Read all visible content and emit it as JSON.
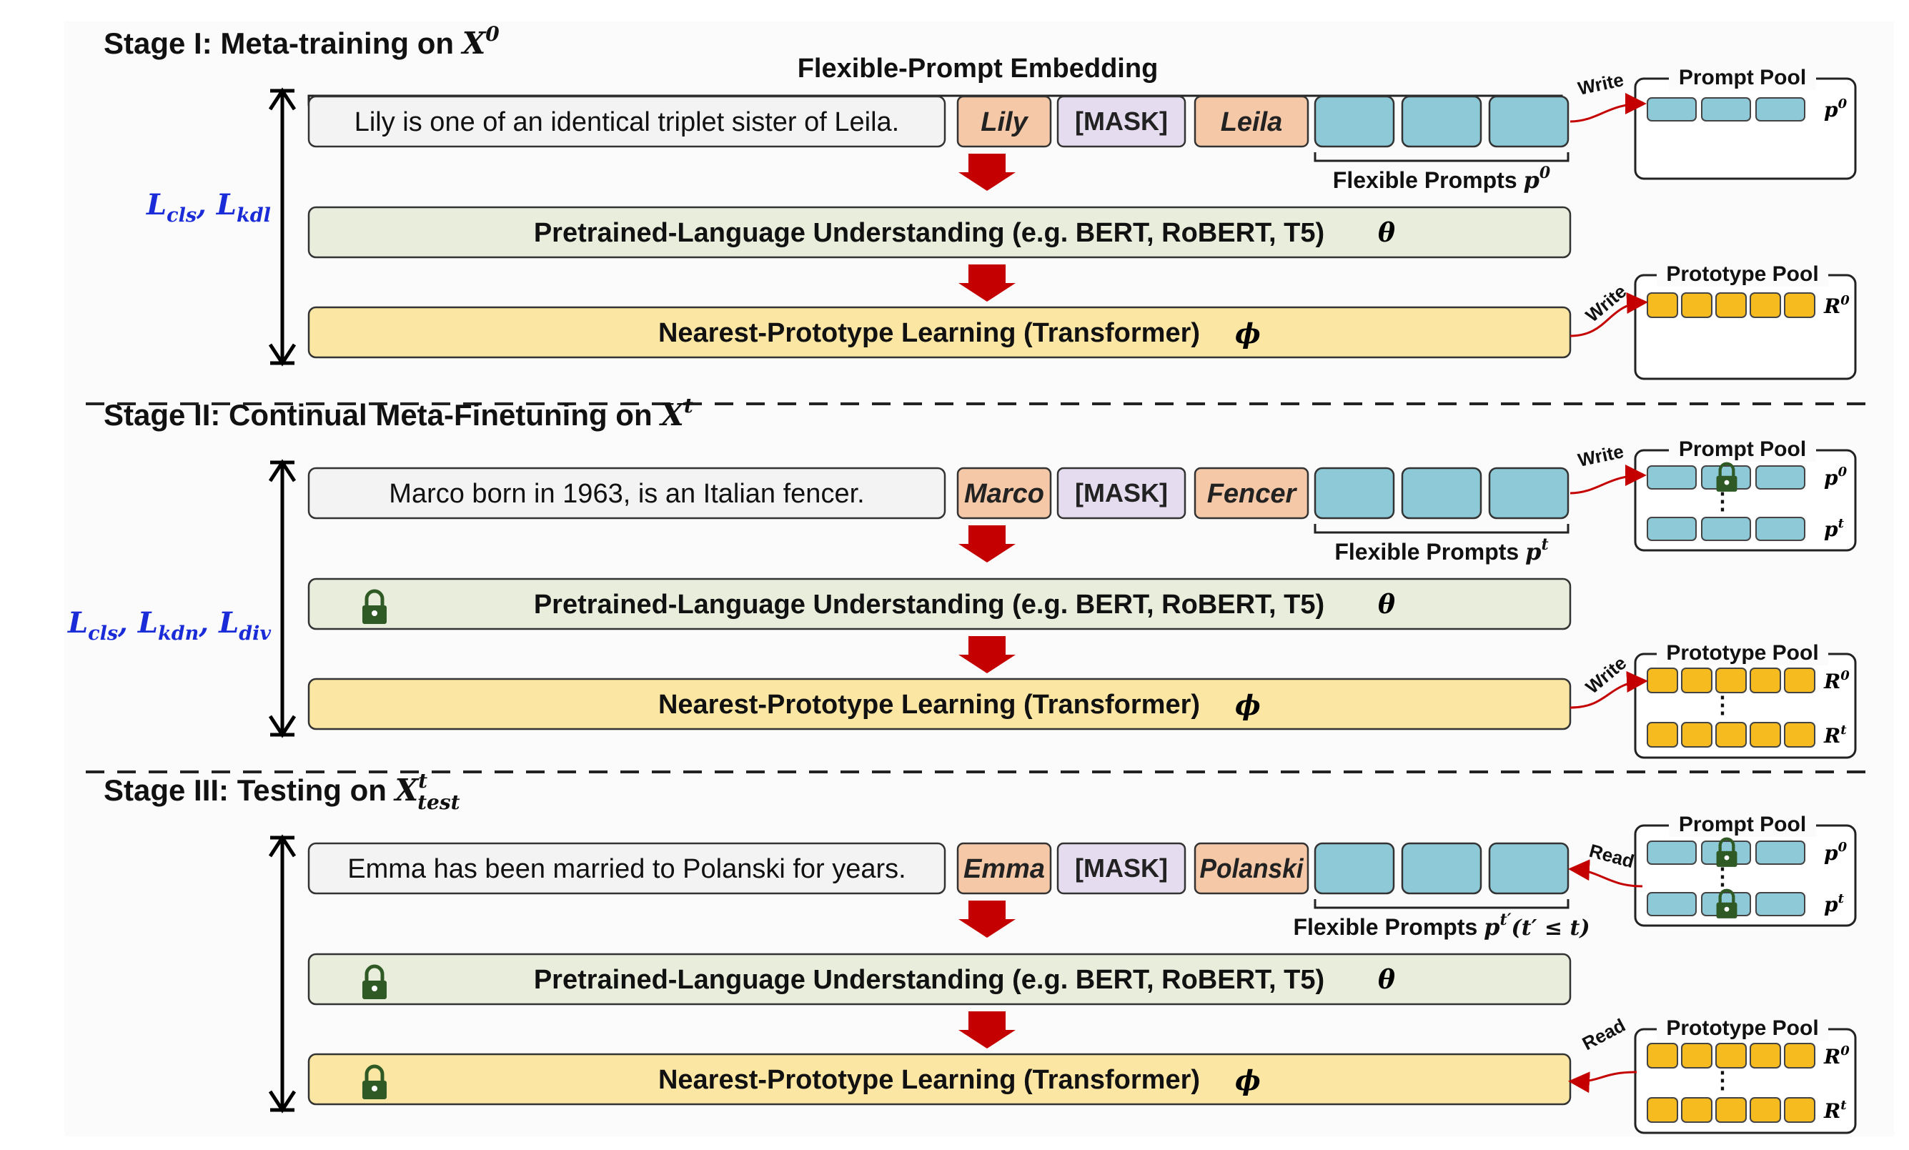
{
  "colors": {
    "plm_fill": "#e9eddc",
    "npl_fill": "#fbe7a3",
    "sentence_fill": "#f3f3f3",
    "entity_fill": "#f5c9a8",
    "mask_fill": "#e6dcf0",
    "prompt_fill": "#8ec9d8",
    "prototype_fill": "#f5bb1f",
    "arrow_red": "#c40000",
    "loss_blue": "#1a2bd8",
    "lock_green": "#2f5a26"
  },
  "header": {
    "flexible_prompt_embedding": "Flexible-Prompt Embedding"
  },
  "stages": [
    {
      "title_text": "Stage I: Meta-training on ",
      "title_math": "X",
      "title_sup": "0",
      "title_sub": "",
      "loss": "L",
      "loss_subs": [
        "cls",
        "kdl"
      ],
      "sentence": "Lily is one of an identical triplet sister of Leila.",
      "entity1": "Lily",
      "mask": "[MASK]",
      "entity2": "Leila",
      "prompts_label": "Flexible Prompts ",
      "prompts_math": "p",
      "prompts_sup": "0",
      "prompts_suffix": "",
      "plm": "Pretrained-Language Understanding (e.g. BERT, RoBERT, T5)",
      "plm_param": "θ",
      "npl": "Nearest-Prototype Learning (Transformer)",
      "npl_param": "ϕ",
      "prompt_pool_title": "Prompt Pool",
      "prototype_pool_title": "Prototype Pool",
      "prompt_pool_label": "Write",
      "prototype_pool_label": "Write",
      "prompt_rows": [
        "p0"
      ],
      "prototype_rows": [
        "R0"
      ]
    },
    {
      "title_text": "Stage II: Continual Meta-Finetuning on ",
      "title_math": "X",
      "title_sup": "t",
      "title_sub": "",
      "loss": "L",
      "loss_subs": [
        "cls",
        "kdn",
        "div"
      ],
      "sentence": "Marco born in 1963, is an Italian fencer.",
      "entity1": "Marco",
      "mask": "[MASK]",
      "entity2": "Fencer",
      "prompts_label": "Flexible Prompts ",
      "prompts_math": "p",
      "prompts_sup": "t",
      "prompts_suffix": "",
      "plm": "Pretrained-Language Understanding (e.g. BERT, RoBERT, T5)",
      "plm_param": "θ",
      "npl": "Nearest-Prototype Learning (Transformer)",
      "npl_param": "ϕ",
      "prompt_pool_title": "Prompt Pool",
      "prototype_pool_title": "Prototype Pool",
      "prompt_pool_label": "Write",
      "prototype_pool_label": "Write",
      "prompt_rows": [
        "p0",
        "pt"
      ],
      "prototype_rows": [
        "R0",
        "Rt"
      ]
    },
    {
      "title_text": "Stage III: Testing on ",
      "title_math": "X",
      "title_sup": "t",
      "title_sub": "test",
      "loss": "",
      "loss_subs": [],
      "sentence": "Emma has been married to Polanski for years.",
      "entity1": "Emma",
      "mask": "[MASK]",
      "entity2": "Polanski",
      "prompts_label": "Flexible Prompts ",
      "prompts_math": "p",
      "prompts_sup": "t′",
      "prompts_suffix": "(t′ ≤ t)",
      "plm": "Pretrained-Language Understanding (e.g. BERT, RoBERT, T5)",
      "plm_param": "θ",
      "npl": "Nearest-Prototype Learning (Transformer)",
      "npl_param": "ϕ",
      "prompt_pool_title": "Prompt Pool",
      "prototype_pool_title": "Prototype Pool",
      "prompt_pool_label": "Read",
      "prototype_pool_label": "Read",
      "prompt_rows": [
        "p0",
        "pt"
      ],
      "prototype_rows": [
        "R0",
        "Rt"
      ]
    }
  ]
}
